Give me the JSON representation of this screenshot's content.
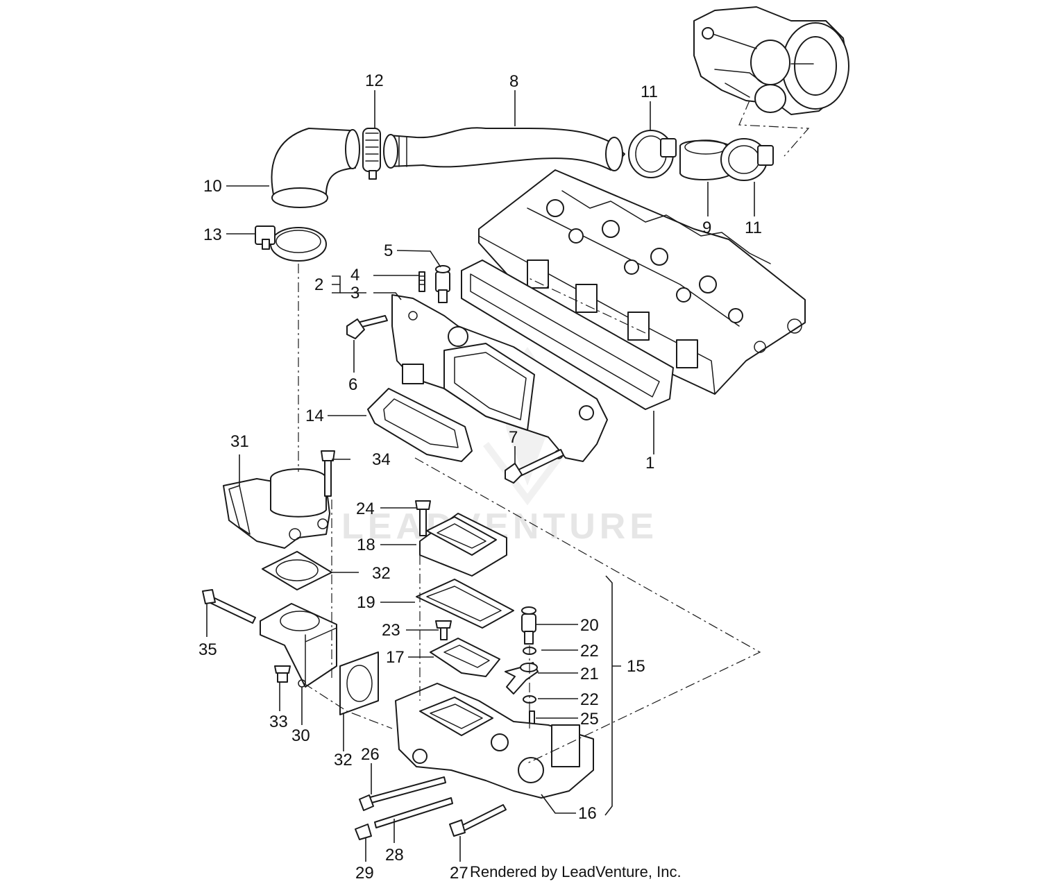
{
  "watermark": {
    "text": "LEADVENTURE",
    "color": "#e3e3e3"
  },
  "footer": {
    "credit": "Rendered by LeadVenture, Inc."
  },
  "callouts": [
    "1",
    "2",
    "3",
    "4",
    "5",
    "6",
    "7",
    "8",
    "9",
    "10",
    "11",
    "11",
    "12",
    "13",
    "14",
    "15",
    "16",
    "17",
    "18",
    "19",
    "20",
    "21",
    "22",
    "22",
    "23",
    "24",
    "25",
    "26",
    "27",
    "28",
    "29",
    "30",
    "31",
    "32",
    "32",
    "33",
    "34",
    "35"
  ],
  "colors": {
    "line": "#1a1a1a",
    "background": "#ffffff"
  }
}
